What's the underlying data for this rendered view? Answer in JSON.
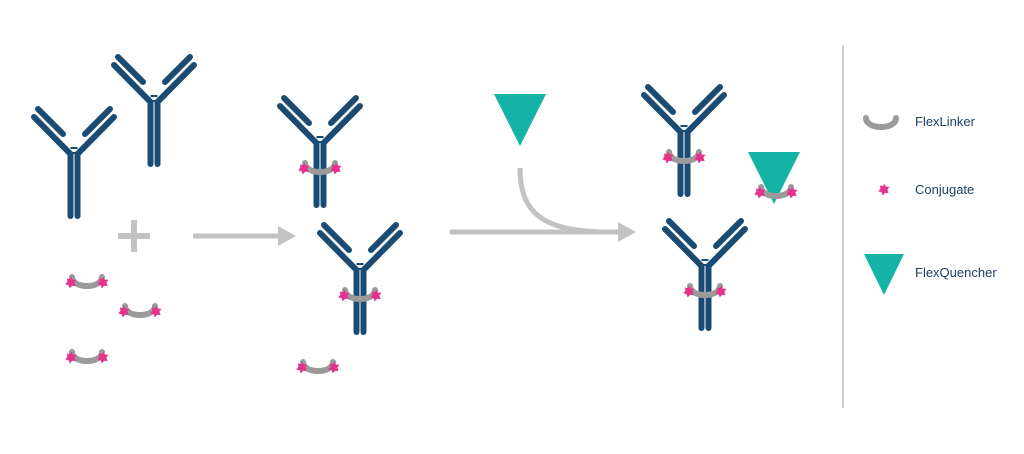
{
  "colors": {
    "antibody": "#1a4b73",
    "linker": "#9a9a9a",
    "conjugate": "#e5338b",
    "quencher": "#13b3a5",
    "arrow": "#c2c2c2",
    "divider": "#bdbdbd",
    "legend_text": "#1c3f63"
  },
  "icons": {
    "antibody": "antibody-icon",
    "linker": "flexlinker-icon",
    "conjugate": "conjugate-starburst-icon",
    "quencher": "flexquencher-triangle-icon",
    "plus": "plus-icon",
    "arrow": "arrow-right-icon"
  },
  "legend": [
    {
      "label": "FlexLinker",
      "icon": "flexlinker-icon"
    },
    {
      "label": "Conjugate",
      "icon": "conjugate-starburst-icon"
    },
    {
      "label": "FlexQuencher",
      "icon": "flexquencher-triangle-icon"
    }
  ]
}
